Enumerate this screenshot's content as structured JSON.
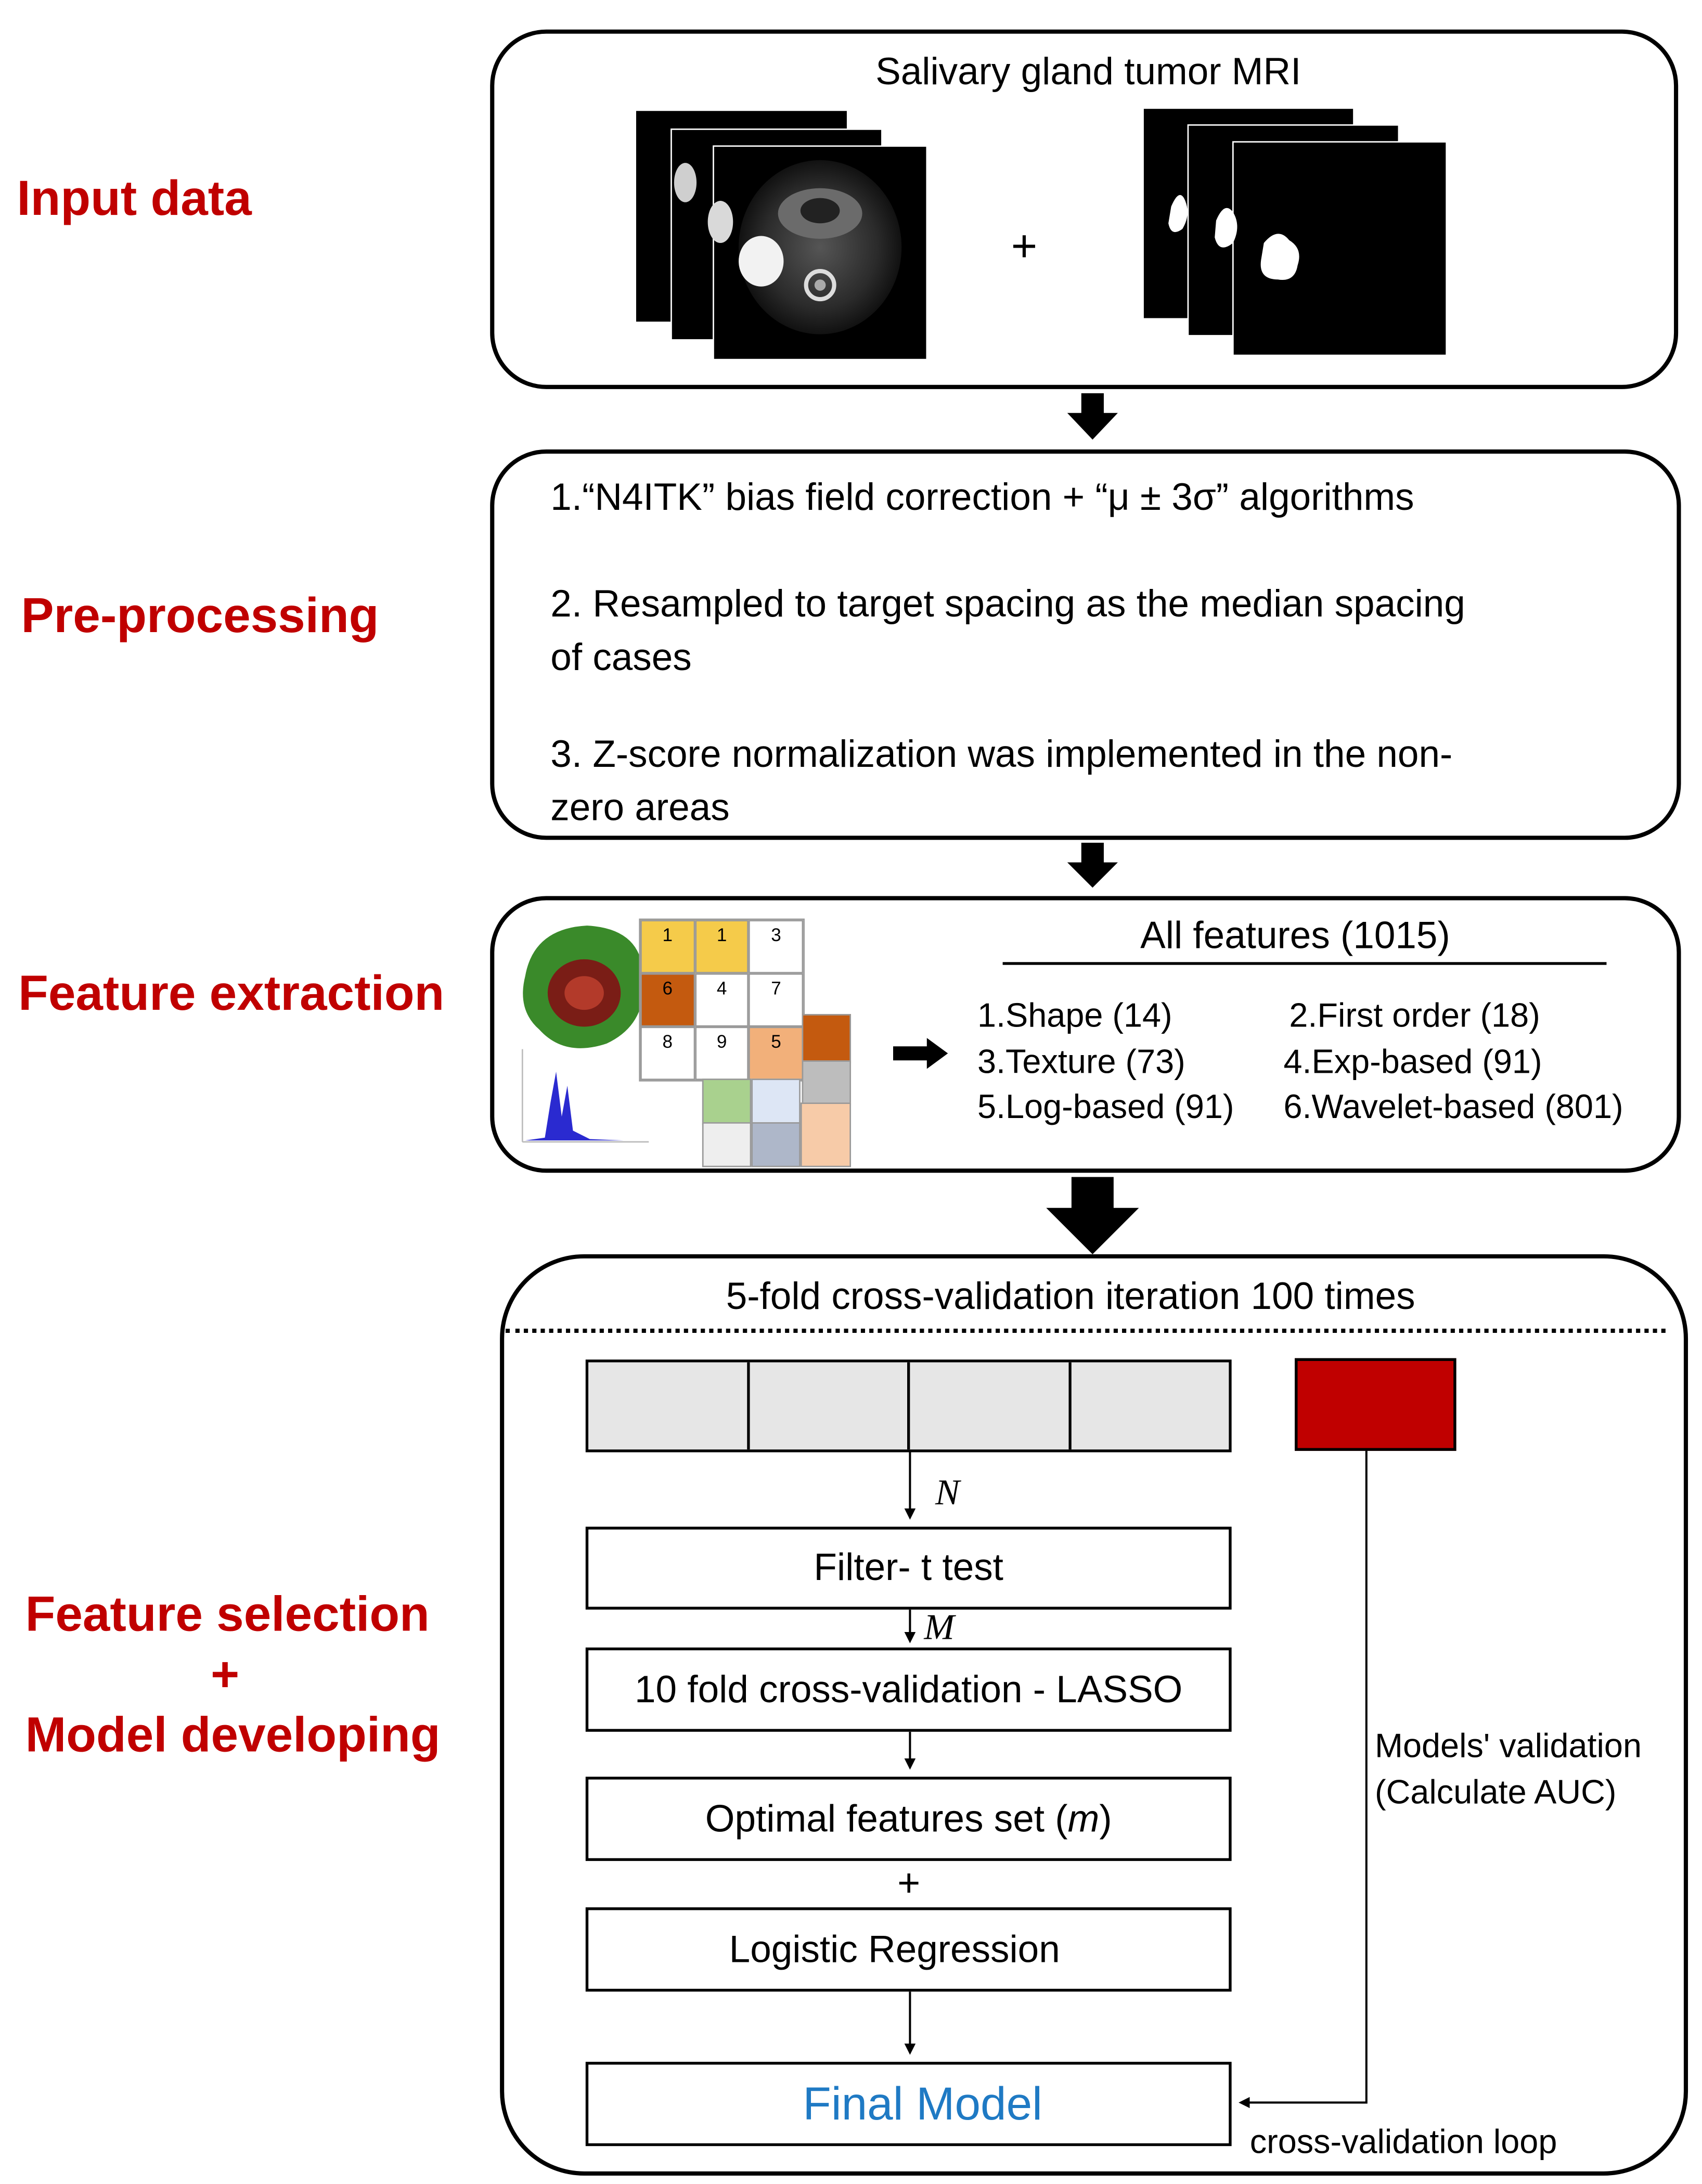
{
  "stages": {
    "input": "Input data",
    "preprocessing": "Pre-processing",
    "extraction": "Feature  extraction",
    "selection_line1": "Feature selection",
    "selection_plus": "+",
    "selection_line2": "Model developing"
  },
  "input_panel": {
    "title": "Salivary gland tumor MRI",
    "plus": "+"
  },
  "preprocessing_panel": {
    "step1": "1.“N4ITK” bias field correction + “μ ± 3σ” algorithms",
    "step2_line1": "2. Resampled to target spacing as the median spacing",
    "step2_line2": "of cases",
    "step3_line1": "3. Z-score normalization was implemented in the non-",
    "step3_line2": "zero areas"
  },
  "extraction_panel": {
    "grid_numbers": [
      "1",
      "1",
      "3",
      "6",
      "4",
      "7",
      "8",
      "9",
      "5"
    ],
    "title": "All features (1015)",
    "features": [
      "1.Shape (14)",
      "2.First order (18)",
      "3.Texture (73)",
      "4.Exp-based (91)",
      "5.Log-based (91)",
      "6.Wavelet-based (801)"
    ]
  },
  "model_panel": {
    "header": "5-fold cross-validation iteration 100 times",
    "label_n": "N",
    "label_m_upper": "M",
    "filter": "Filter- t test",
    "lasso": "10 fold cross-validation - LASSO",
    "optimal_prefix": "Optimal features set (",
    "optimal_var": "m",
    "optimal_suffix": ")",
    "plus": "+",
    "logistic": "Logistic Regression",
    "final": "Final Model",
    "validation_line1": "Models' validation",
    "validation_line2": "(Calculate AUC)",
    "loop": "cross-validation loop"
  },
  "colors": {
    "stage_label": "#c00000",
    "validation_fold": "#c00000",
    "final_model_text": "#1f7ac4",
    "training_fold": "#e6e6e6"
  }
}
